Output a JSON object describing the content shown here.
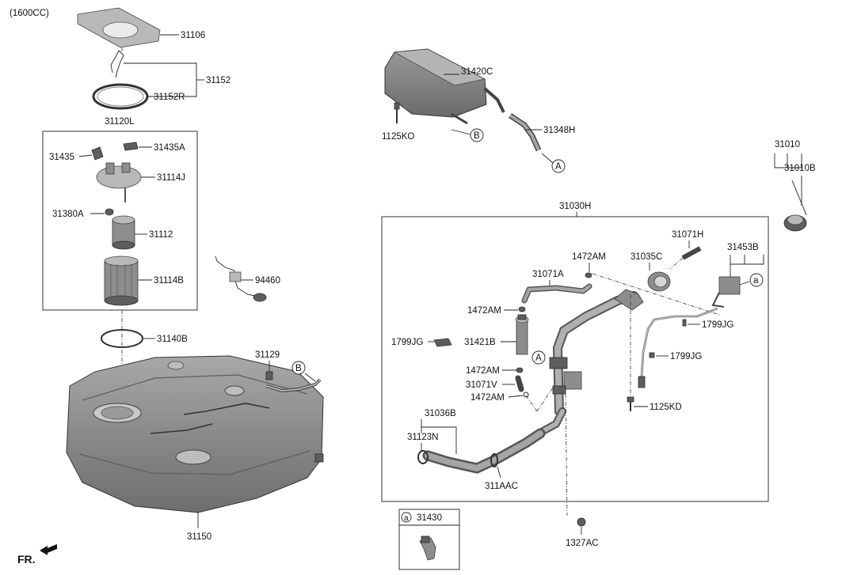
{
  "header": {
    "engine": "(1600CC)"
  },
  "footer": {
    "front_marker": "FR."
  },
  "parts": {
    "p31106": "31106",
    "p31152": "31152",
    "p31152R": "31152R",
    "p31120L": "31120L",
    "p31435": "31435",
    "p31435A": "31435A",
    "p31114J": "31114J",
    "p31380A": "31380A",
    "p31112": "31112",
    "p31114B": "31114B",
    "p94460": "94460",
    "p31140B": "31140B",
    "p31129": "31129",
    "p31150": "31150",
    "p31420C": "31420C",
    "p1125KO": "1125KO",
    "p31348H": "31348H",
    "p31030H": "31030H",
    "p31010": "31010",
    "p31010B": "31010B",
    "p31071H": "31071H",
    "p1472AM": "1472AM",
    "p31035C": "31035C",
    "p31453B": "31453B",
    "p31071A": "31071A",
    "p1799JG": "1799JG",
    "p31421B": "31421B",
    "p31071V": "31071V",
    "p1125KD": "1125KD",
    "p31036B": "31036B",
    "p31123N": "31123N",
    "p311AAC": "311AAC",
    "p1327AC": "1327AC",
    "p31430": "31430"
  },
  "refs": {
    "a": "a",
    "A": "A",
    "B": "B"
  },
  "icons": {
    "front_arrow": "arrow-icon"
  }
}
